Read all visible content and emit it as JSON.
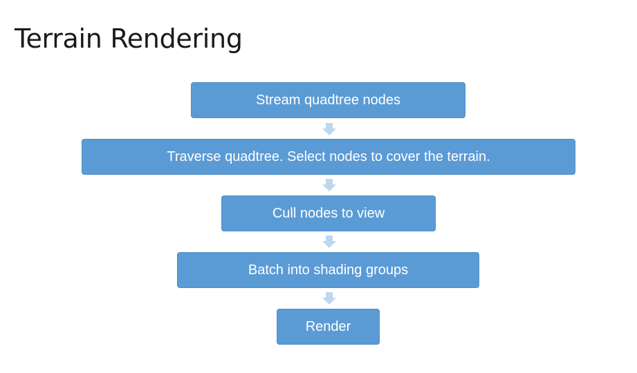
{
  "slide": {
    "title": "Terrain Rendering"
  },
  "flow": {
    "steps": [
      {
        "label": "Stream quadtree nodes"
      },
      {
        "label": "Traverse quadtree. Select nodes to cover the terrain."
      },
      {
        "label": "Cull nodes to view"
      },
      {
        "label": "Batch into shading groups"
      },
      {
        "label": "Render"
      }
    ],
    "box_color": "#5b9bd5",
    "arrow_color": "#bdd7ee",
    "text_color": "#ffffff"
  }
}
